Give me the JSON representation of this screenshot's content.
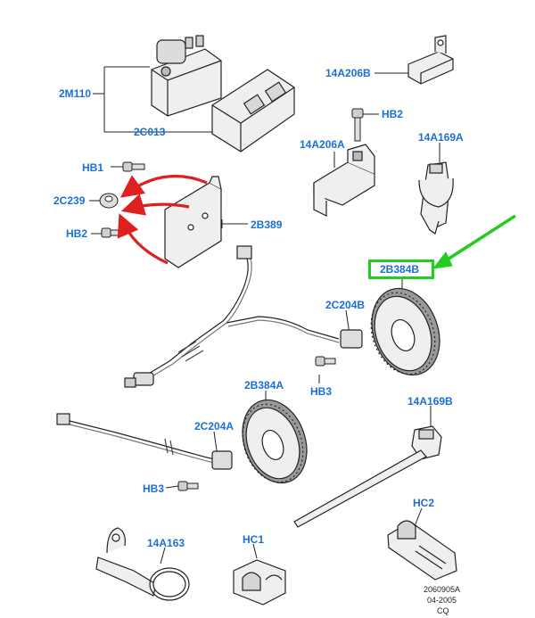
{
  "colors": {
    "callout": "#1a6fd8",
    "highlight": "#22cc22",
    "red_arrow": "#e02020",
    "line": "#222222",
    "part_fill": "#efefef",
    "part_dark": "#8a8a8a"
  },
  "callouts": {
    "c_2m110": "2M110",
    "c_2c013": "2C013",
    "c_14a206b": "14A206B",
    "c_hb2_top": "HB2",
    "c_14a206a": "14A206A",
    "c_14a169a": "14A169A",
    "c_hb1": "HB1",
    "c_2c239": "2C239",
    "c_hb2_left": "HB2",
    "c_2b389": "2B389",
    "c_2b384b": "2B384B",
    "c_2c204b": "2C204B",
    "c_hb3_mid": "HB3",
    "c_2b384a": "2B384A",
    "c_14a169b": "14A169B",
    "c_2c204a": "2C204A",
    "c_hb3_low": "HB3",
    "c_hc2": "HC2",
    "c_14a163": "14A163",
    "c_hc1": "HC1"
  },
  "footer": {
    "line1": "2060905A",
    "line2": "04-2005",
    "line3": "CQ"
  }
}
